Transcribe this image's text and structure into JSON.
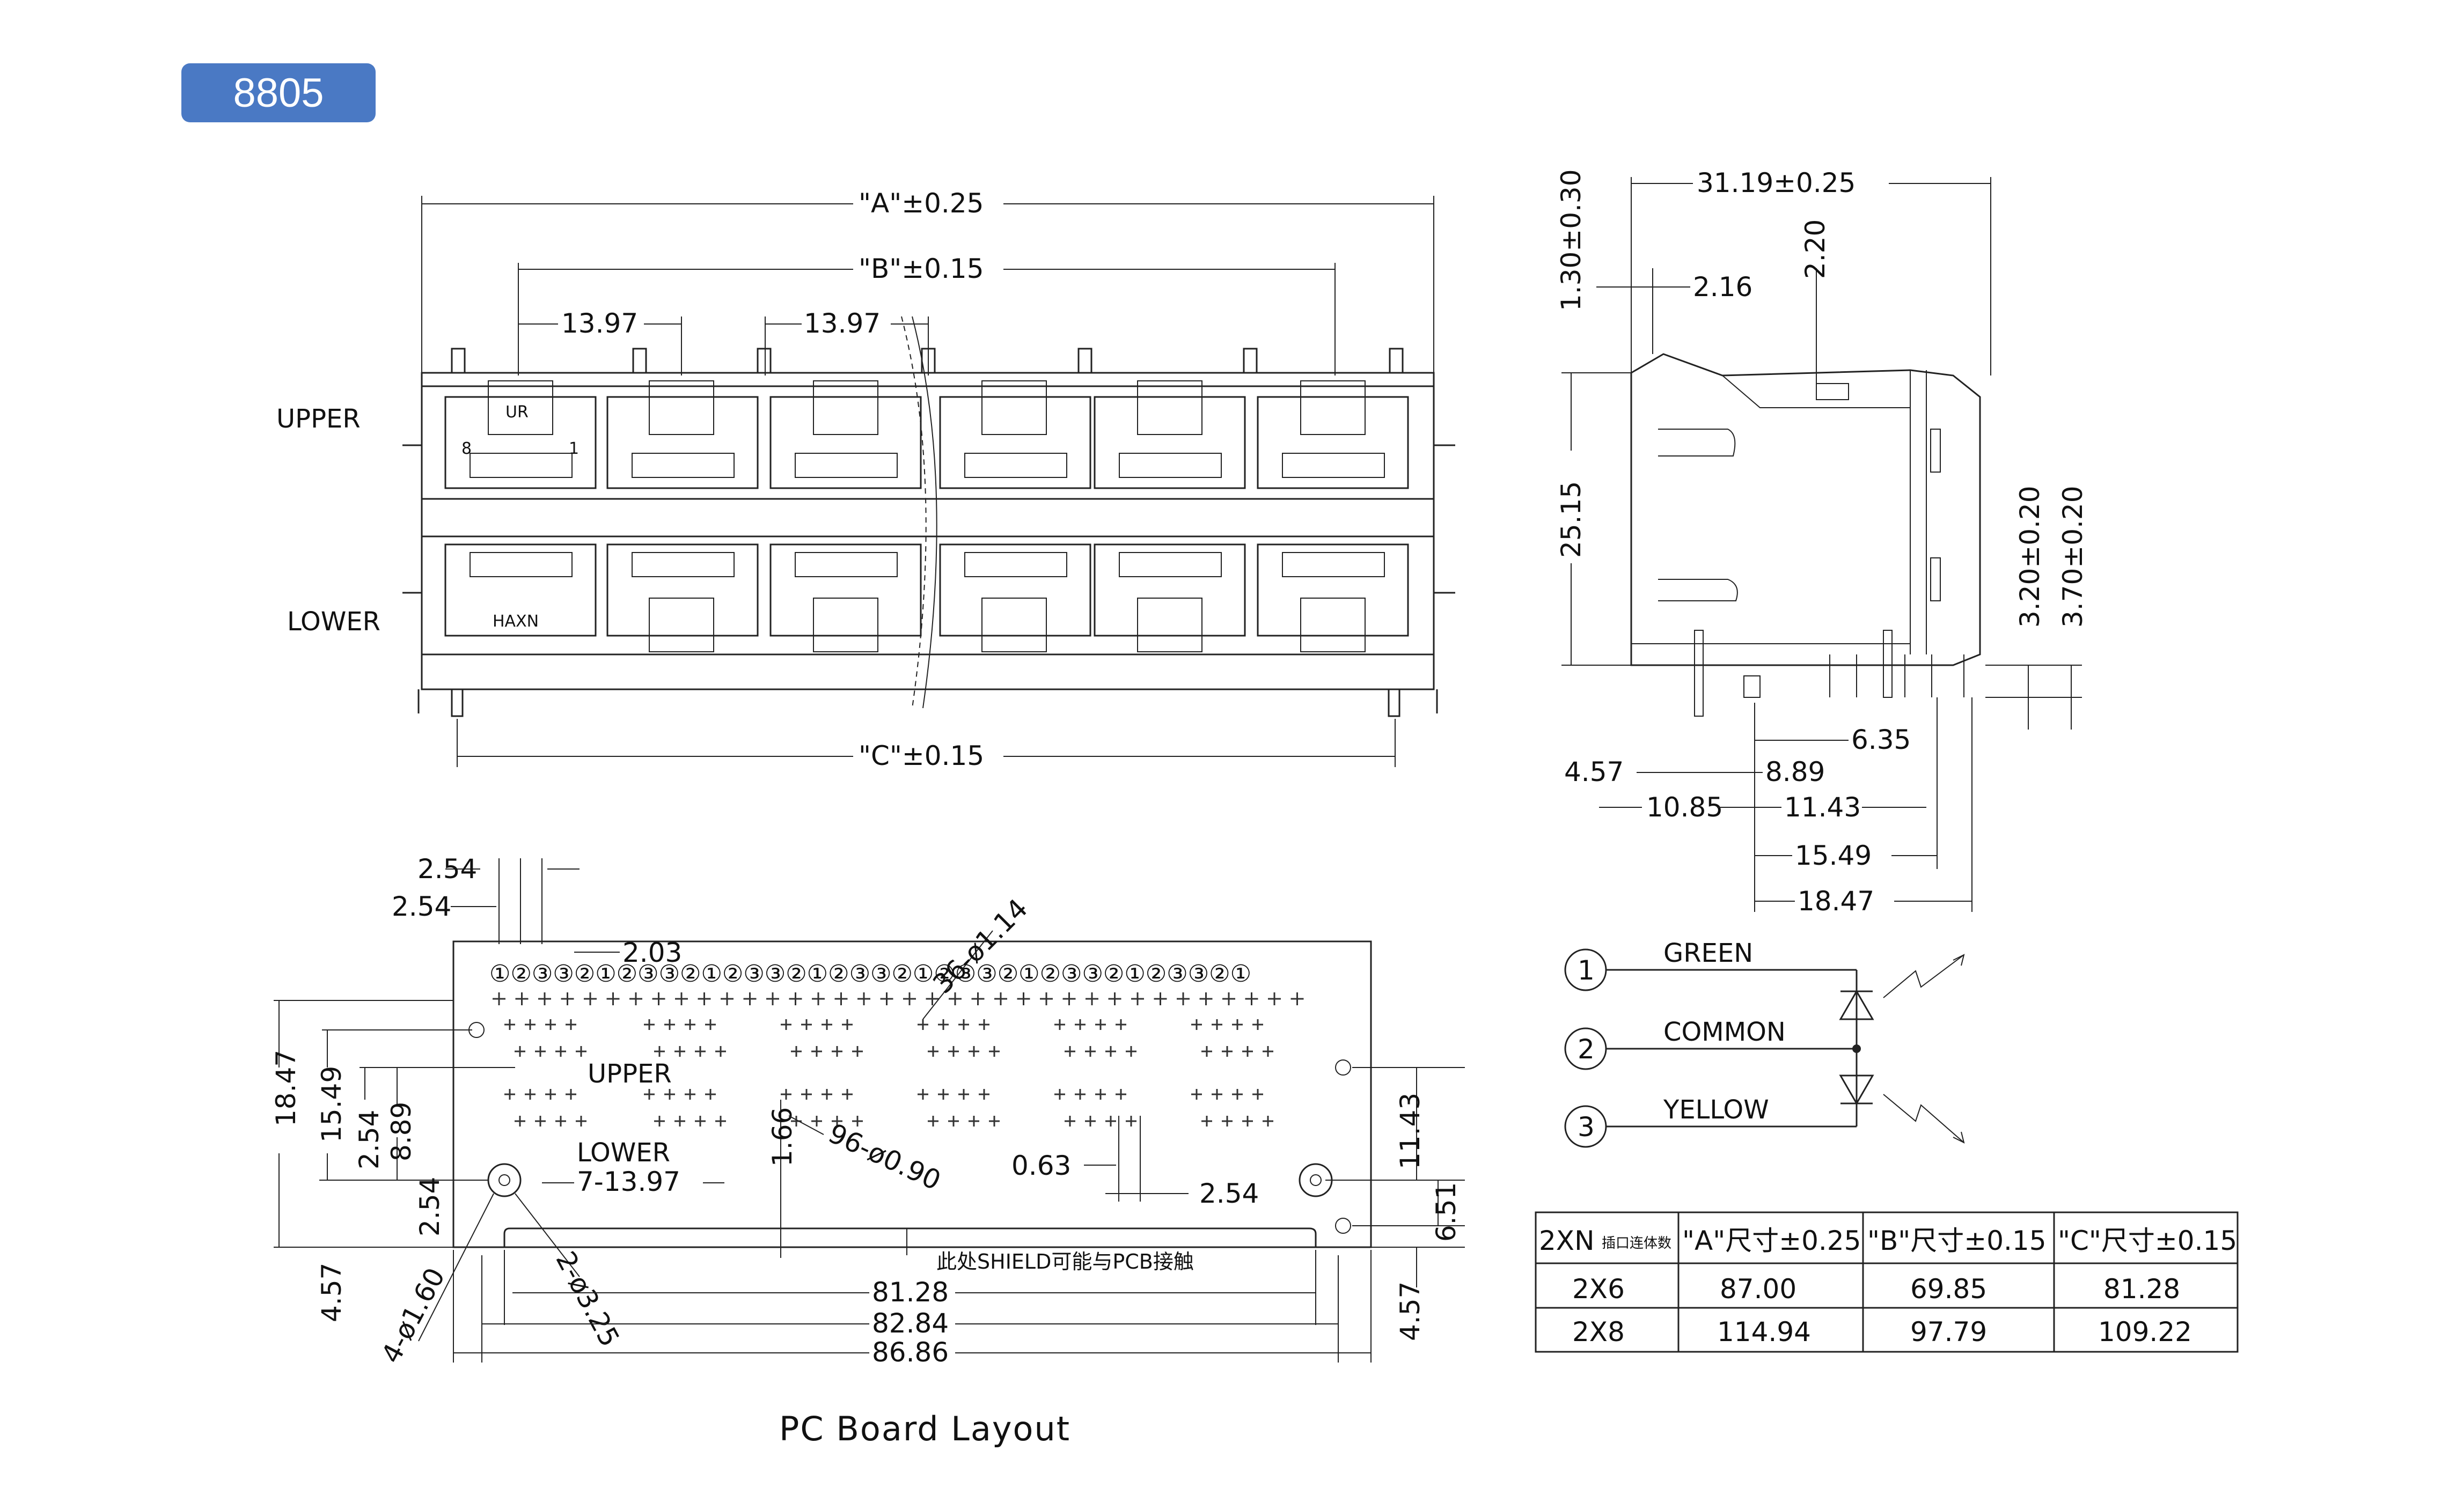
{
  "badge": "8805",
  "front_view": {
    "dims": {
      "a": "\"A\"±0.25",
      "b": "\"B\"±0.15",
      "c": "\"C\"±0.15",
      "pitch1": "13.97",
      "pitch2": "13.97"
    },
    "upper": "UPPER",
    "lower": "LOWER",
    "brand": "HAXN",
    "ul_mark": "UR",
    "pin8": "8",
    "pin1": "1"
  },
  "side_view": {
    "d31_19": "31.19±0.25",
    "d1_30": "1.30±0.30",
    "d2_16": "2.16",
    "d2_20": "2.20",
    "d25_15": "25.15",
    "d3_20": "3.20±0.20",
    "d3_70": "3.70±0.20",
    "d6_35": "6.35",
    "d4_57": "4.57",
    "d8_89": "8.89",
    "d10_85": "10.85",
    "d11_43": "11.43",
    "d15_49": "15.49",
    "d18_47": "18.47"
  },
  "pcb": {
    "d2_54a": "2.54",
    "d2_54b": "2.54",
    "d2_03": "2.03",
    "holes36": "36-ø1.14",
    "d18_47": "18.47",
    "d15_49": "15.49",
    "d2_54c": "2.54",
    "d8_89": "8.89",
    "d2_54d": "2.54",
    "d4_57": "4.57",
    "upper": "UPPER",
    "lower": "LOWER",
    "d7_13_97": "7-13.97",
    "d1_66": "1.66",
    "holes96": "96-ø0.90",
    "d0_63": "0.63",
    "d2_54e": "2.54",
    "d11_43": "11.43",
    "d6_51": "6.51",
    "d4_57r": "4.57",
    "holes4": "4-ø1.60",
    "holes2": "2-ø3.25",
    "shield_note": "此处SHIELD可能与PCB接触",
    "d81_28": "81.28",
    "d82_84": "82.84",
    "d86_86": "86.86",
    "pin_row": "①②③③②①②③③②①②③③②①②③③②①②③③②①②③③②①②③③②①",
    "title": "PC Board Layout"
  },
  "led": {
    "n1": "1",
    "n2": "2",
    "n3": "3",
    "green": "GREEN",
    "common": "COMMON",
    "yellow": "YELLOW"
  },
  "table": {
    "headers": [
      "2XN",
      "插口连体数",
      "\"A\"尺寸±0.25",
      "\"B\"尺寸±0.15",
      "\"C\"尺寸±0.15"
    ],
    "rows": [
      [
        "2X6",
        "87.00",
        "69.85",
        "81.28"
      ],
      [
        "2X8",
        "114.94",
        "97.79",
        "109.22"
      ]
    ]
  }
}
